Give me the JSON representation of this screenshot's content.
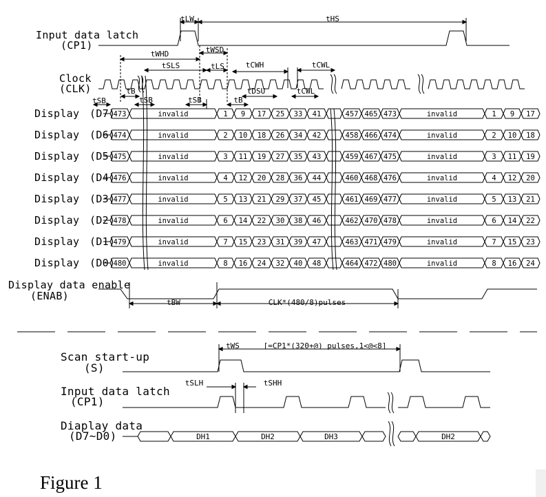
{
  "signals": {
    "input_latch": [
      "Input data latch",
      "(CP1)"
    ],
    "clock": [
      "Clock",
      "(CLK)"
    ],
    "display_label": "Display",
    "bits": [
      "(D7)",
      "(D6)",
      "(D5)",
      "(D4)",
      "(D3)",
      "(D2)",
      "(D1)",
      "(D0)"
    ],
    "enable": [
      "Display data enable",
      "(ENAB)"
    ],
    "scan": [
      "Scan start-up",
      "(S)"
    ],
    "input_latch2": [
      "Input data latch",
      "(CP1)"
    ],
    "diaplay_data": [
      "Diaplay data",
      "(D7~D0)"
    ]
  },
  "timing_labels": {
    "tLW": "tLW",
    "tHS": "tHS",
    "tWHD": "tWHD",
    "tWSD": "tWSD",
    "tSLS": "tSLS",
    "tLS": "tLS",
    "tCWH": "tCWH",
    "tCWL_top": "tCWL",
    "tDSU": "tDSU",
    "tCWL": "tCWL",
    "tB1": "tB",
    "tB2": "tB",
    "tSB1": "tSB",
    "tSB2": "tSB",
    "tSB3": "tSB",
    "tBW": "tBW",
    "pulses": "CLK*(480/8)pulses",
    "tWS": "tWS",
    "scan_note": "[=CP1*(320+@) pulses,1<@<8]",
    "tSLH": "tSLH",
    "tSHH": "tSHH"
  },
  "rows": [
    {
      "pre": "473",
      "invalid": "invalid",
      "a": [
        "1",
        "9",
        "17",
        "25",
        "33",
        "41"
      ],
      "b": [
        "457",
        "465",
        "473"
      ],
      "c": [
        "1",
        "9",
        "17"
      ]
    },
    {
      "pre": "474",
      "invalid": "invalid",
      "a": [
        "2",
        "10",
        "18",
        "26",
        "34",
        "42"
      ],
      "b": [
        "458",
        "466",
        "474"
      ],
      "c": [
        "2",
        "10",
        "18"
      ]
    },
    {
      "pre": "475",
      "invalid": "invalid",
      "a": [
        "3",
        "11",
        "19",
        "27",
        "35",
        "43"
      ],
      "b": [
        "459",
        "467",
        "475"
      ],
      "c": [
        "3",
        "11",
        "19"
      ]
    },
    {
      "pre": "476",
      "invalid": "invalid",
      "a": [
        "4",
        "12",
        "20",
        "28",
        "36",
        "44"
      ],
      "b": [
        "460",
        "468",
        "476"
      ],
      "c": [
        "4",
        "12",
        "20"
      ]
    },
    {
      "pre": "477",
      "invalid": "invalid",
      "a": [
        "5",
        "13",
        "21",
        "29",
        "37",
        "45"
      ],
      "b": [
        "461",
        "469",
        "477"
      ],
      "c": [
        "5",
        "13",
        "21"
      ]
    },
    {
      "pre": "478",
      "invalid": "invalid",
      "a": [
        "6",
        "14",
        "22",
        "30",
        "38",
        "46"
      ],
      "b": [
        "462",
        "470",
        "478"
      ],
      "c": [
        "6",
        "14",
        "22"
      ]
    },
    {
      "pre": "479",
      "invalid": "invalid",
      "a": [
        "7",
        "15",
        "23",
        "31",
        "39",
        "47"
      ],
      "b": [
        "463",
        "471",
        "479"
      ],
      "c": [
        "7",
        "15",
        "23"
      ]
    },
    {
      "pre": "480",
      "invalid": "invalid",
      "a": [
        "8",
        "16",
        "24",
        "32",
        "40",
        "48"
      ],
      "b": [
        "464",
        "472",
        "480"
      ],
      "c": [
        "8",
        "16",
        "24"
      ]
    }
  ],
  "bottom_data": [
    "DH1",
    "DH2",
    "DH3",
    "DH2"
  ],
  "caption": "Figure 1"
}
